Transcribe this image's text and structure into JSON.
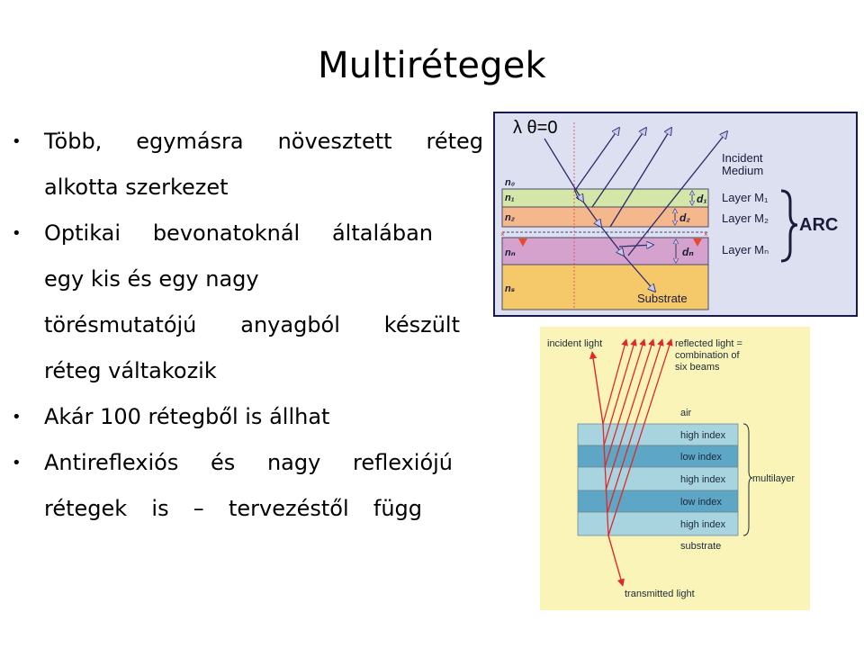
{
  "title": "Multirétegek",
  "bullets": [
    {
      "lines": [
        "Több, egymásra növesztett réteg",
        "alkotta szerkezet"
      ]
    },
    {
      "lines": [
        "Optikai bevonatoknál általában",
        "egy kis és egy nagy",
        "törésmutatójú anyagból készült",
        "réteg váltakozik"
      ]
    },
    {
      "lines": [
        "Akár 100 rétegből is állhat"
      ]
    },
    {
      "lines": [
        "Antireflexiós és nagy reflexiójú",
        "rétegek is – tervezéstől függ"
      ]
    }
  ],
  "figure_arc": {
    "angle_label": "λ θ=0",
    "incident_medium": [
      "Incident",
      "Medium"
    ],
    "n_labels": [
      "n₀",
      "n₁",
      "n₂",
      "nₙ",
      "nₛ"
    ],
    "d_labels": [
      "d₁",
      "d₂",
      "dₙ"
    ],
    "layer_labels": [
      "Layer M₁",
      "Layer M₂",
      "Layer Mₙ"
    ],
    "arc_label": "ARC",
    "substrate_label": "Substrate",
    "colors": {
      "background": "#dde0f0",
      "layer1": "#d4e6a8",
      "layer2": "#f5b88c",
      "layern": "#d4a2cc",
      "substrate": "#f5c869",
      "border": "#1a1a4a"
    }
  },
  "figure_multilayer": {
    "incident_label": "incident light",
    "reflected_label": [
      "reflected light =",
      "combination of",
      "six beams"
    ],
    "air_label": "air",
    "layers": [
      "high index",
      "low index",
      "high index",
      "low index",
      "high index"
    ],
    "multilayer_label": "multilayer",
    "substrate_label": "substrate",
    "transmitted_label": "transmitted light",
    "colors": {
      "background": "#fbf4b8",
      "high_index": "#a8d4e0",
      "low_index": "#5ea6c6",
      "ray": "#e02828"
    }
  }
}
